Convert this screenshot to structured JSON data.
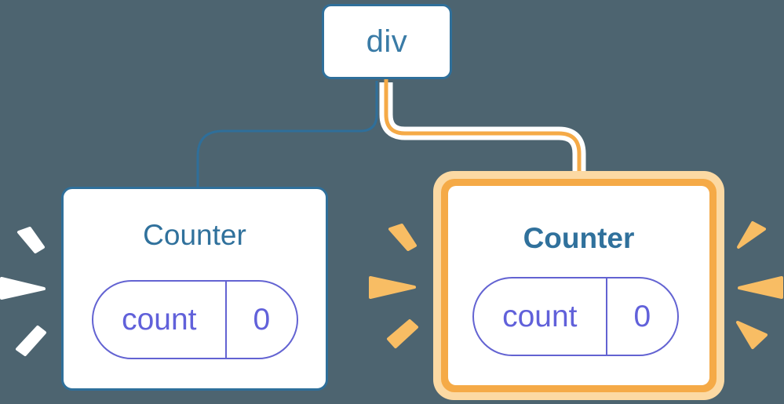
{
  "diagram": {
    "root": {
      "label": "div"
    },
    "left_counter": {
      "title": "Counter",
      "state_key": "count",
      "state_value": "0",
      "status": "re-rendered"
    },
    "right_counter": {
      "title": "Counter",
      "state_key": "count",
      "state_value": "0",
      "status": "newly-mounted-highlighted"
    }
  },
  "colors": {
    "background": "#4d6470",
    "blue": "#2f6f9a",
    "blue_text": "#3a7ba6",
    "purple": "#6363d2",
    "orange": "#f5aa47",
    "orange_light": "#fcd9a3",
    "spark_orange": "#f8bd64",
    "spark_white": "#ffffff",
    "card_background": "#ffffff"
  }
}
